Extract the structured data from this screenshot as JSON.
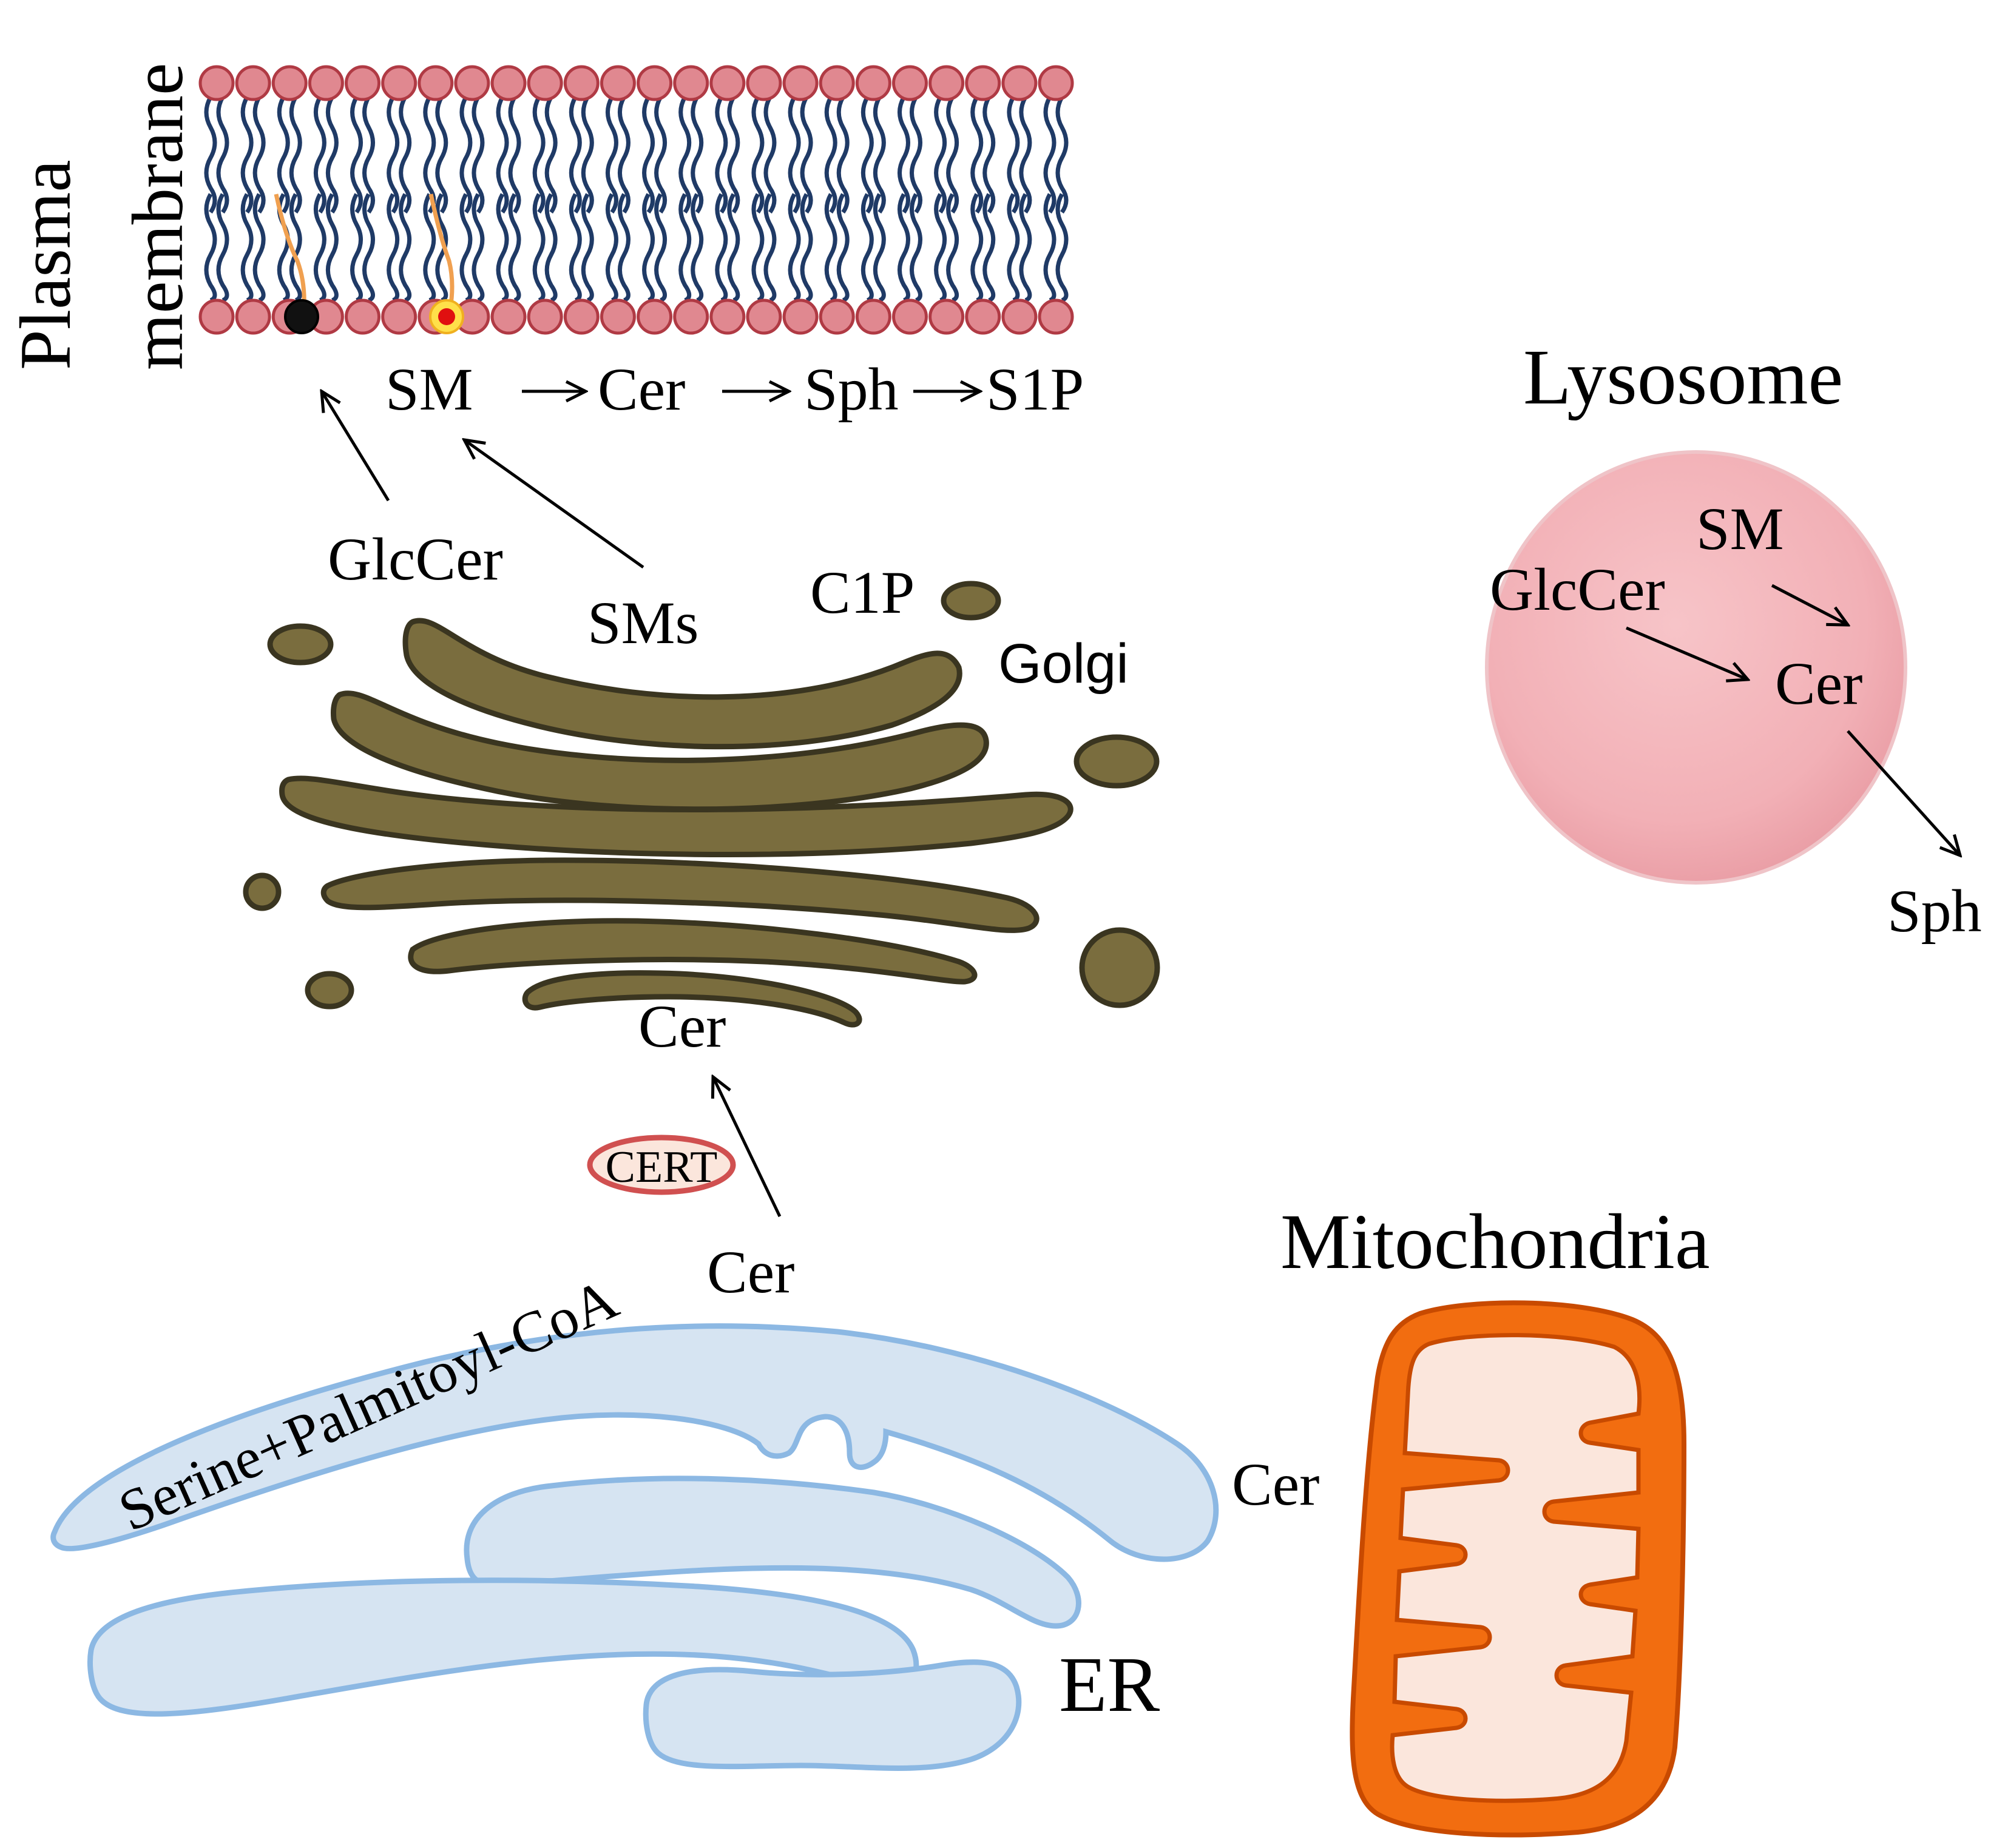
{
  "labels": {
    "plasma_membrane_line1": "Plasma",
    "plasma_membrane_line2": "membrane",
    "pm_sm": "SM",
    "pm_cer": "Cer",
    "pm_sph": "Sph",
    "pm_s1p": "S1P",
    "glccer": "GlcCer",
    "sms": "SMs",
    "c1p": "C1P",
    "golgi": "Golgi",
    "golgi_cer": "Cer",
    "cert": "CERT",
    "er_cer": "Cer",
    "serine_palmitoyl": "Serine+Palmitoyl-CoA",
    "er": "ER",
    "mito_cer": "Cer",
    "mitochondria": "Mitochondria",
    "lysosome": "Lysosome",
    "lyso_sm": "SM",
    "lyso_glccer": "GlcCer",
    "lyso_cer": "Cer",
    "lyso_sph": "Sph"
  },
  "colors": {
    "lipid_head": "#e08890",
    "lipid_head_stroke": "#b03a44",
    "lipid_tail": "#1f3a66",
    "special_tail": "#f0a050",
    "golgi_fill": "#7a6d3e",
    "er_fill": "#d6e4f2",
    "er_stroke": "#8cb8e3",
    "lysosome_fill": "#f4b4b9",
    "mito_outer": "#f26d10",
    "mito_inner": "#fbe6dc",
    "cert_fill": "#fbe6dc",
    "cert_stroke": "#d05050"
  }
}
